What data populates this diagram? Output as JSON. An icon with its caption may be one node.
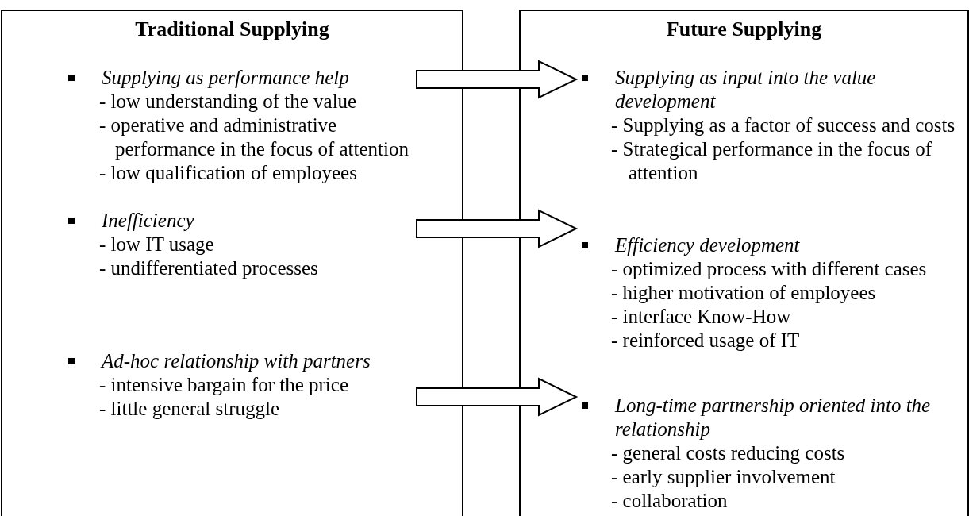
{
  "diagram": {
    "nodes": [
      {
        "text": [
          "Traditional Supplying"
        ]
      },
      {
        "text": [
          "Future Supplying"
        ]
      },
      {
        "text": [
          "Supplying as performance help",
          "- low understanding of the value",
          "- operative and administrative performance in the focus of attention",
          "- low qualification of employees"
        ],
        "in": 0
      },
      {
        "text": [
          "Inefficiency",
          "- low IT usage",
          "- undifferentiated processes"
        ],
        "in": 0
      },
      {
        "text": [
          "Ad-hoc relationship with partners",
          "- intensive bargain for the price",
          "- little general struggle"
        ],
        "in": 0
      },
      {
        "text": [
          "Supplying as input into the value development",
          "- Supplying as a factor of success and costs",
          "- Strategical performance in the focus of attention"
        ],
        "in": 1
      },
      {
        "text": [
          "Efficiency development",
          "- optimized process with different cases",
          "- higher motivation of employees",
          "- interface Know-How",
          "- reinforced usage of IT"
        ],
        "in": 1
      },
      {
        "text": [
          "Long-time partnership oriented into the relationship",
          "- general costs reducing costs",
          "- early supplier involvement",
          "- collaboration"
        ],
        "in": 1
      }
    ],
    "edges": [
      {
        "from": 2,
        "to": 5,
        "arrow": "to"
      },
      {
        "from": 3,
        "to": 6,
        "arrow": "to"
      },
      {
        "from": 4,
        "to": 7,
        "arrow": "to"
      }
    ]
  }
}
